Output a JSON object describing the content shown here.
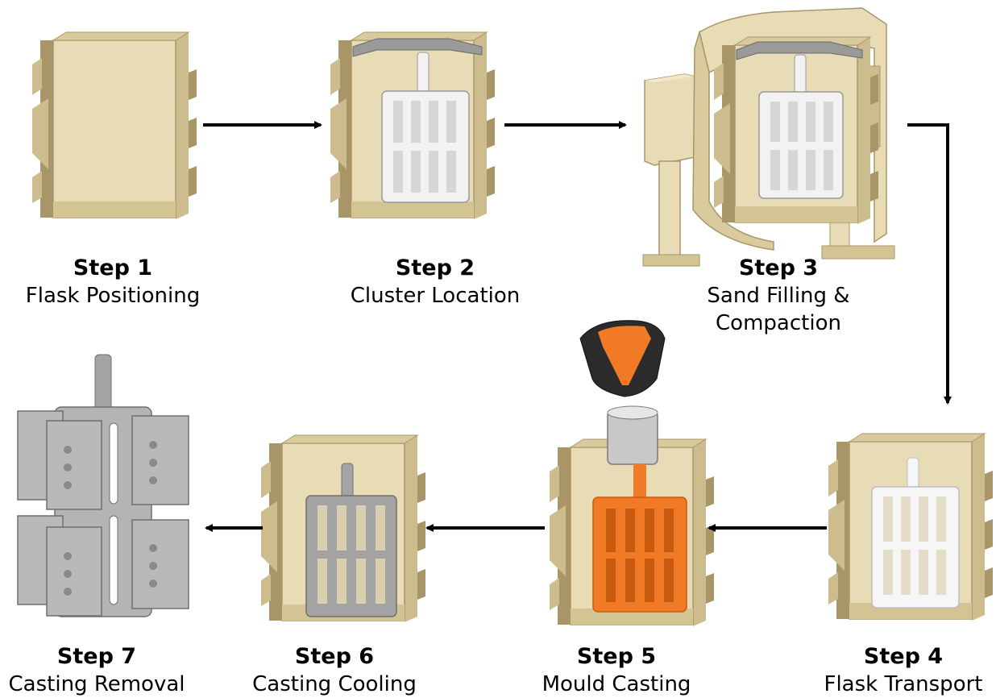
{
  "colors": {
    "flask_light": "#e8dcb6",
    "flask_mid": "#cdbd8e",
    "flask_dark": "#a89668",
    "cluster_white": "#f2f2f2",
    "cluster_grey": "#a4a4a4",
    "molten_orange": "#f07a26",
    "ladle_dark": "#2b2b2b",
    "arrow": "#000000"
  },
  "steps": [
    {
      "id": "1",
      "title": "Step 1",
      "desc": [
        "Flask Positioning"
      ]
    },
    {
      "id": "2",
      "title": "Step 2",
      "desc": [
        "Cluster Location"
      ]
    },
    {
      "id": "3",
      "title": "Step 3",
      "desc": [
        "Sand Filling &",
        "Compaction"
      ]
    },
    {
      "id": "4",
      "title": "Step 4",
      "desc": [
        "Flask Transport"
      ]
    },
    {
      "id": "5",
      "title": "Step 5",
      "desc": [
        "Mould Casting"
      ]
    },
    {
      "id": "6",
      "title": "Step 6",
      "desc": [
        "Casting Cooling"
      ]
    },
    {
      "id": "7",
      "title": "Step 7",
      "desc": [
        "Casting Removal"
      ]
    }
  ]
}
